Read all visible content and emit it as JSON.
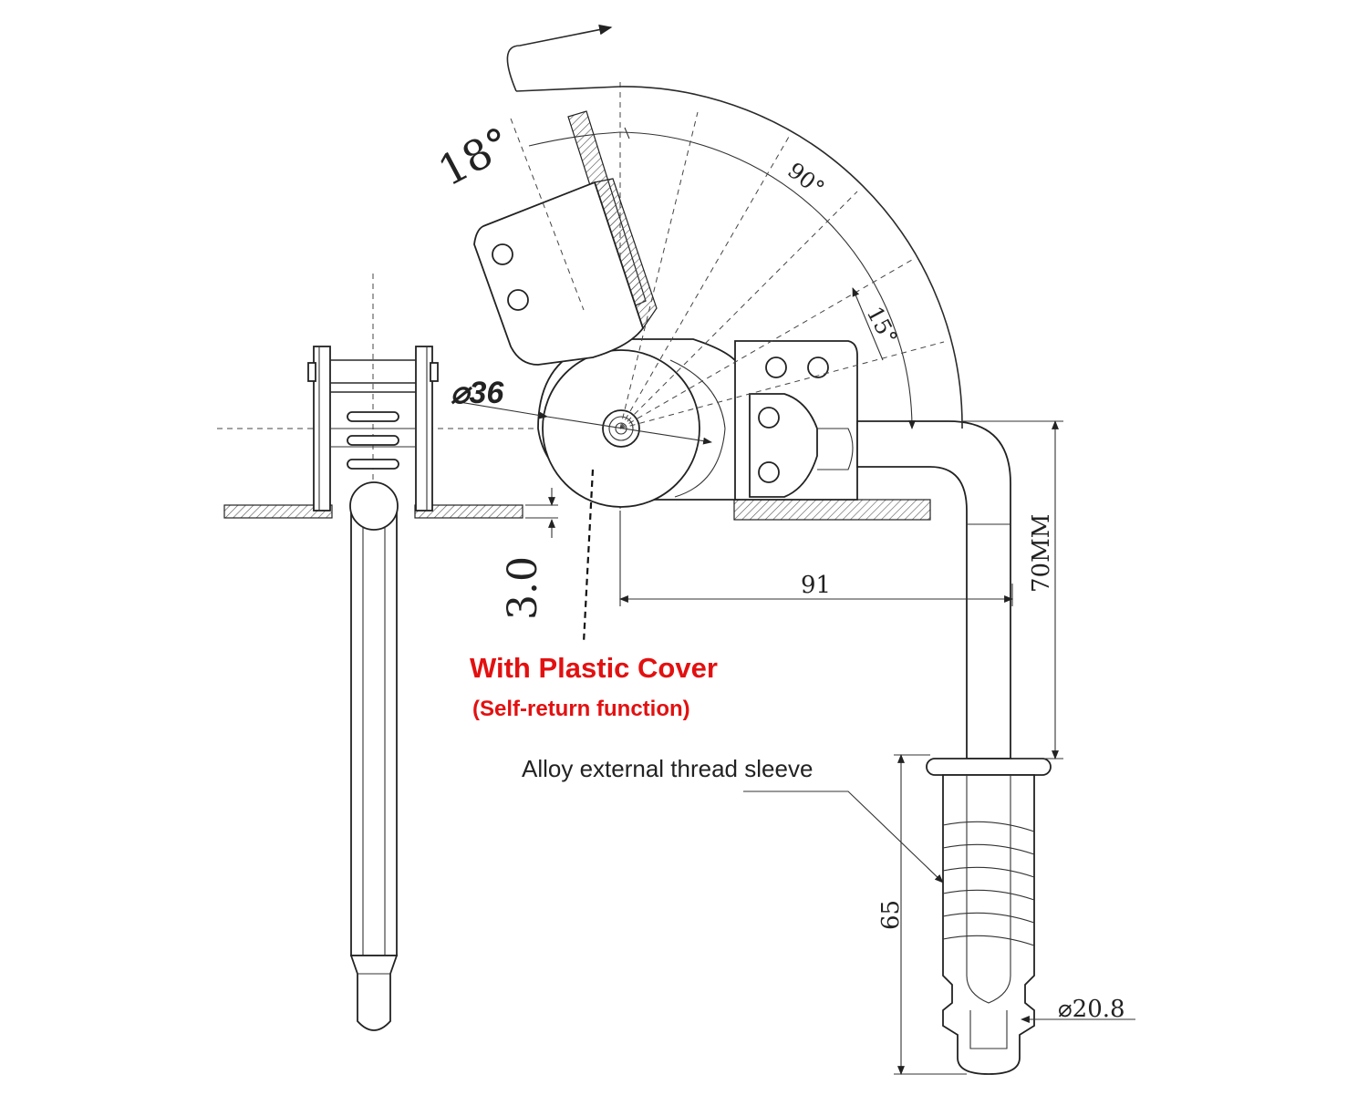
{
  "dimensions": {
    "angle_18": "18°",
    "angle_90": "90°",
    "angle_15": "15°",
    "diameter_36": "⌀36",
    "gap_3": "3.0",
    "length_91": "91",
    "height_70": "70MM",
    "length_65": "65",
    "diameter_20_8": "⌀20.8"
  },
  "labels": {
    "plastic_cover": "With Plastic Cover",
    "self_return": "(Self-return function)",
    "thread_sleeve": "Alloy external thread sleeve"
  },
  "colors": {
    "line": "#222222",
    "highlight": "#e31010"
  }
}
